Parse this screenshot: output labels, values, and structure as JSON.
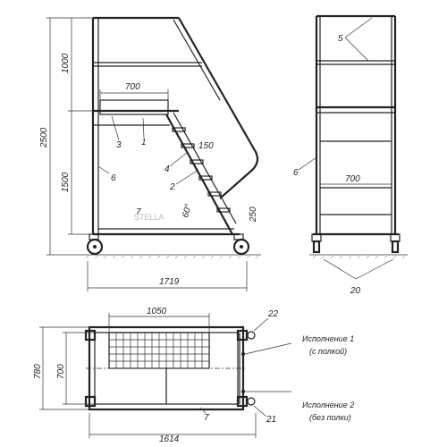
{
  "side_view": {
    "dim_total_height": "2500",
    "dim_upper_height": "1000",
    "dim_lower_height": "1500",
    "dim_platform_width": "700",
    "dim_step_spacing": "150",
    "dim_step_depth": "250",
    "dim_angle": "60°",
    "dim_total_length": "1719",
    "callout_1": "1",
    "callout_2": "2",
    "callout_3": "3",
    "callout_4": "4",
    "callout_6": "6",
    "callout_7": "7"
  },
  "front_view": {
    "dim_width": "700",
    "callout_5": "5",
    "callout_6": "6",
    "callout_20": "20"
  },
  "top_view": {
    "dim_shelf_width": "1050",
    "dim_outer_depth": "780",
    "dim_inner_depth": "700",
    "dim_total_length": "1614",
    "callout_7": "7",
    "callout_21": "21",
    "callout_22": "22",
    "variant_1_title": "Исполнение 1",
    "variant_1_note": "(с полкой)",
    "variant_2_title": "Исполнение 2",
    "variant_2_note": "(без полки)"
  },
  "watermark": "STELLA"
}
